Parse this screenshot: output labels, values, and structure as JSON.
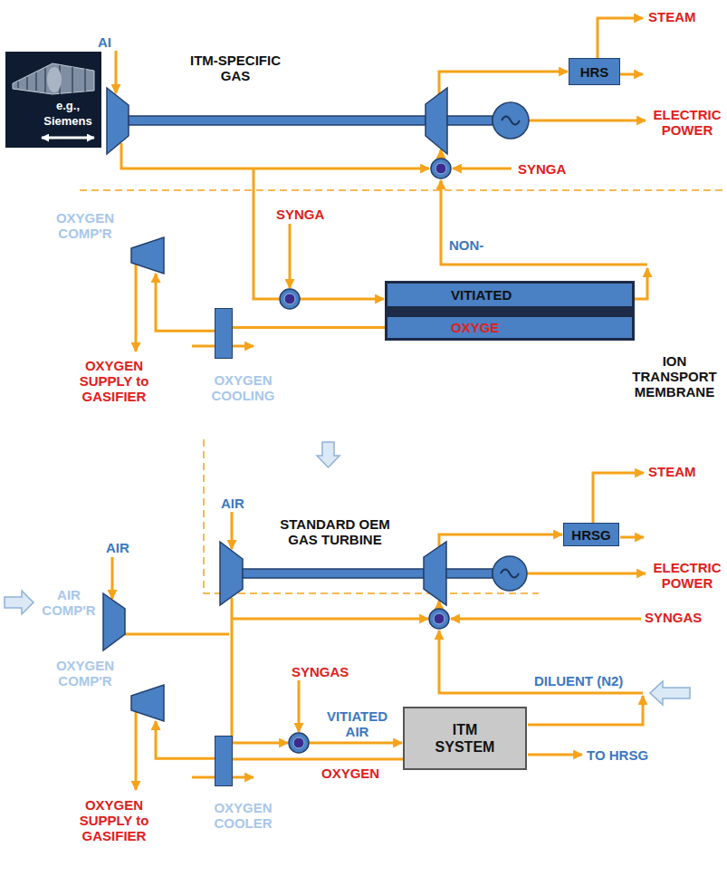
{
  "diagram": {
    "nodes": [
      {
        "text": [
          "HRS"
        ]
      },
      {
        "text": [
          "OXYGEN COMP'R"
        ]
      },
      {
        "text": [
          "ION TRANSPORT MEMBRANE"
        ]
      },
      {
        "text": [
          "VITIATED"
        ],
        "in": 2
      },
      {
        "text": [
          "OXYGE"
        ],
        "in": 2
      },
      {
        "text": [
          "OXYGEN COOLING"
        ]
      },
      {
        "text": [
          "HRSG"
        ]
      },
      {
        "text": [
          "ITM SYSTEM"
        ]
      },
      {
        "text": [
          "OXYGEN COMP'R"
        ]
      },
      {
        "text": [
          "OXYGEN COOLER"
        ]
      }
    ],
    "edges": [
      {
        "from": 4,
        "to": 5,
        "arrow": "none"
      },
      {
        "from": 5,
        "to": 1,
        "arrow": "to"
      },
      {
        "from": 7,
        "to": 9,
        "arrow": "none"
      },
      {
        "from": 9,
        "to": 8,
        "arrow": "to"
      }
    ],
    "labels": [
      "e.g., Siemens",
      "AI",
      "ITM-SPECIFIC GAS",
      "STEAM",
      "ELECTRIC POWER",
      "SYNGA",
      "SYNGA",
      "NON-",
      "OXYGEN SUPPLY to GASIFIER",
      "STEAM",
      "AIR",
      "STANDARD OEM GAS TURBINE",
      "ELECTRIC POWER",
      "AIR",
      "AIR COMP'R",
      "SYNGAS",
      "SYNGAS",
      "DILUENT (N2)",
      "VITIATED AIR",
      "TO HRSG",
      "OXYGEN",
      "OXYGEN SUPPLY to GASIFIER"
    ]
  }
}
